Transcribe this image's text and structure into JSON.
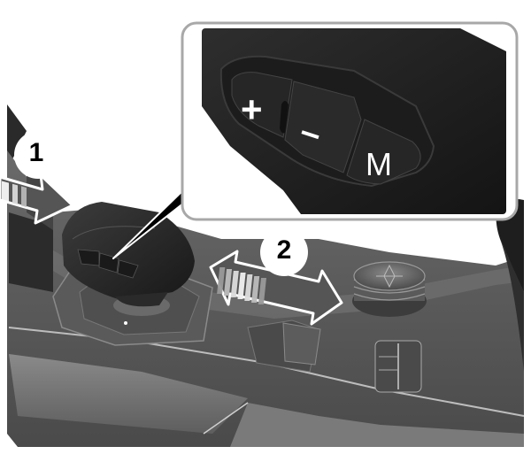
{
  "diagram": {
    "callouts": [
      {
        "id": "1",
        "label": "1",
        "target": "gear-selector-knob",
        "motion": "push-left"
      },
      {
        "id": "2",
        "label": "2",
        "target": "gear-selector-track",
        "motion": "slide-left-right"
      }
    ],
    "inset": {
      "title": "gear-selector-buttons-detail",
      "buttons": [
        {
          "label": "+",
          "name": "plus"
        },
        {
          "label": "–",
          "name": "minus"
        },
        {
          "label": "M",
          "name": "manual"
        }
      ]
    },
    "colors": {
      "background": "#ffffff",
      "console": "#5a5a5a",
      "console_dark": "#3a3a3a",
      "knob": "#262626",
      "inset_border": "#a8a8a8",
      "callout_bg": "#ffffff",
      "callout_text": "#000000"
    }
  }
}
